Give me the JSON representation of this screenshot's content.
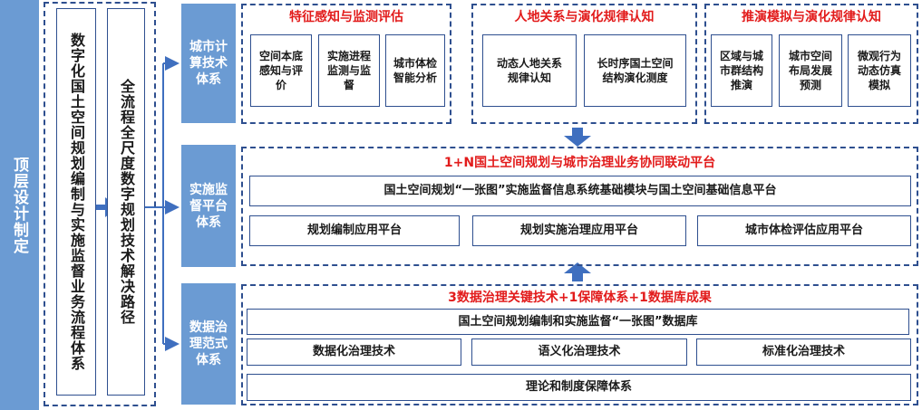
{
  "left_bar": {
    "label": "顶层设计制定"
  },
  "col_tasks": {
    "label": "数字化国土空间规划编制与实施监督业务流程体系"
  },
  "col_path": {
    "label": "全流程全尺度数字规划技术解决路径"
  },
  "section1": {
    "label": "城市计算技术体系",
    "groups": [
      {
        "title": "特征感知与监测评估",
        "items": [
          "空间本底感知与评价",
          "实施进程监测与监督",
          "城市体检智能分析"
        ]
      },
      {
        "title": "人地关系与演化规律认知",
        "items": [
          "动态人地关系规律认知",
          "长时序国土空间结构演化测度"
        ]
      },
      {
        "title": "推演模拟与演化规律认知",
        "items": [
          "区域与城市群结构推演",
          "城市空间布局发展预测",
          "微观行为动态仿真模拟"
        ]
      }
    ]
  },
  "section2": {
    "label": "实施监督平台体系",
    "title": "1+N国土空间规划与城市治理业务协同联动平台",
    "base": "国土空间规划“一张图”实施监督信息系统基础模块与国土空间基础信息平台",
    "platforms": [
      "规划编制应用平台",
      "规划实施治理应用平台",
      "城市体检评估应用平台"
    ]
  },
  "section3": {
    "label": "数据治理范式体系",
    "title": "3数据治理关键技术+1保障体系+1数据库成果",
    "database": "国土空间规划编制和实施监督“一张图”数据库",
    "techs": [
      "数据化治理技术",
      "语义化治理技术",
      "标准化治理技术"
    ],
    "guarantee": "理论和制度保障体系"
  },
  "colors": {
    "bar": "#6b9bd3",
    "border": "#2e4f8f",
    "title_red": "#e21b1b",
    "arrow": "#3f6fbf"
  }
}
